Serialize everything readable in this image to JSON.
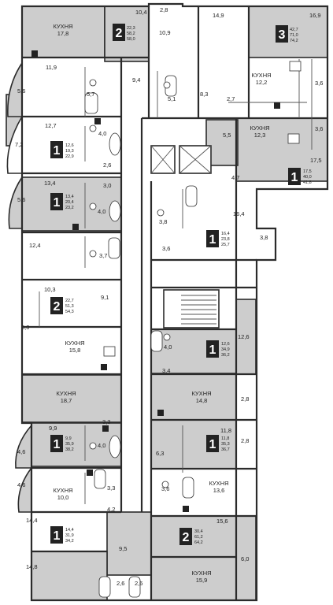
{
  "apartments": [
    {
      "rooms": "2",
      "info": [
        "22,3",
        "58,2",
        "58,0"
      ]
    },
    {
      "rooms": "3",
      "info": [
        "42,7",
        "71,0",
        "74,2"
      ]
    },
    {
      "rooms": "1",
      "info": [
        "12,6",
        "19,3",
        "22,9"
      ]
    },
    {
      "rooms": "1",
      "info": [
        "17,5",
        "40,0",
        "41,8"
      ]
    },
    {
      "rooms": "1",
      "info": [
        "13,4",
        "20,4",
        "23,2"
      ]
    },
    {
      "rooms": "1",
      "info": [
        "16,4",
        "23,8",
        "25,7"
      ]
    },
    {
      "rooms": "2",
      "info": [
        "22,7",
        "51,3",
        "54,3"
      ]
    },
    {
      "rooms": "1",
      "info": [
        "12,6",
        "34,9",
        "36,2"
      ]
    },
    {
      "rooms": "1",
      "info": [
        "9,9",
        "35,9",
        "38,2"
      ]
    },
    {
      "rooms": "1",
      "info": [
        "11,8",
        "35,3",
        "36,7"
      ]
    },
    {
      "rooms": "1",
      "info": [
        "14,4",
        "31,9",
        "34,2"
      ]
    },
    {
      "rooms": "2",
      "info": [
        "30,4",
        "61,2",
        "64,2"
      ]
    }
  ],
  "kitchens": [
    {
      "label": "КУХНЯ",
      "area": "17,8"
    },
    {
      "label": "КУХНЯ",
      "area": "12,2"
    },
    {
      "label": "КУХНЯ",
      "area": "12,3"
    },
    {
      "label": "КУХНЯ",
      "area": "15,8"
    },
    {
      "label": "КУХНЯ",
      "area": "18,7"
    },
    {
      "label": "КУХНЯ",
      "area": "14,8"
    },
    {
      "label": "КУХНЯ",
      "area": "13,6"
    },
    {
      "label": "КУХНЯ",
      "area": "10,0"
    },
    {
      "label": "КУХНЯ",
      "area": "15,9"
    }
  ],
  "areas": {
    "a01": "10,4",
    "a02": "2,8",
    "a03": "14,9",
    "a04": "16,9",
    "a05": "10,9",
    "a06": "11,9",
    "a07": "9,4",
    "a08": "5,6",
    "a09": "5,7",
    "a10": "5,1",
    "a11": "8,3",
    "a12": "2,7",
    "a13": "3,6",
    "a14": "12,7",
    "a15": "4,0",
    "a16": "7,2",
    "a17": "5,5",
    "a18": "3,6",
    "a19": "2,6",
    "a20": "17,5",
    "a21": "13,4",
    "a22": "3,0",
    "a23": "4,7",
    "a24": "5,6",
    "a25": "4,0",
    "a26": "16,4",
    "a27": "3,8",
    "a28": "3,6",
    "a29": "3,8",
    "a30": "12,4",
    "a31": "3,7",
    "a32": "10,3",
    "a33": "9,1",
    "a34": "6,0",
    "a35": "12,6",
    "a36": "4,0",
    "a37": "3,4",
    "a38": "2,8",
    "a39": "3,3",
    "a40": "9,9",
    "a41": "4,6",
    "a42": "4,0",
    "a43": "11,8",
    "a44": "2,8",
    "a45": "6,3",
    "a46": "3,6",
    "a47": "4,6",
    "a48": "3,3",
    "a49": "4,2",
    "a50": "14,4",
    "a51": "15,6",
    "a52": "9,5",
    "a53": "6,0",
    "a54": "14,8",
    "a55": "2,6",
    "a56": "2,6"
  }
}
